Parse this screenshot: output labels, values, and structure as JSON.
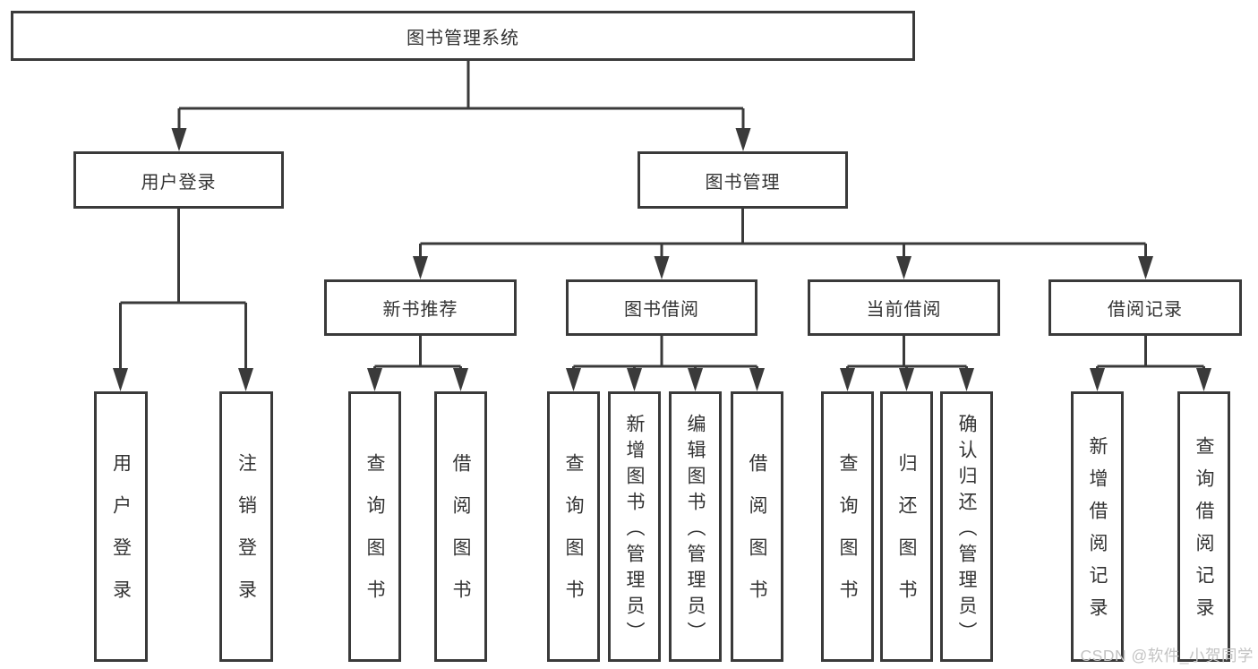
{
  "diagram": {
    "line_color": "#3a3a3a",
    "box_border_color": "#3a3a3a",
    "box_fill": "#ffffff",
    "text_color": "#333333",
    "tree": {
      "label": "图书管理系统",
      "children": [
        {
          "label": "用户登录",
          "children": [
            {
              "label": "用户登录"
            },
            {
              "label": "注销登录"
            }
          ]
        },
        {
          "label": "图书管理",
          "children": [
            {
              "label": "新书推荐",
              "children": [
                {
                  "label": "查询图书"
                },
                {
                  "label": "借阅图书"
                }
              ]
            },
            {
              "label": "图书借阅",
              "children": [
                {
                  "label": "查询图书"
                },
                {
                  "label": "新增图书（管理员）"
                },
                {
                  "label": "编辑图书（管理员）"
                },
                {
                  "label": "借阅图书"
                }
              ]
            },
            {
              "label": "当前借阅",
              "children": [
                {
                  "label": "查询图书"
                },
                {
                  "label": "归还图书"
                },
                {
                  "label": "确认归还（管理员）"
                }
              ]
            },
            {
              "label": "借阅记录",
              "children": [
                {
                  "label": "新增借阅记录"
                },
                {
                  "label": "查询借阅记录"
                }
              ]
            }
          ]
        }
      ]
    }
  },
  "watermark": {
    "text": "CSDN @软件_小贺同学",
    "color": "#c3c3c3"
  }
}
